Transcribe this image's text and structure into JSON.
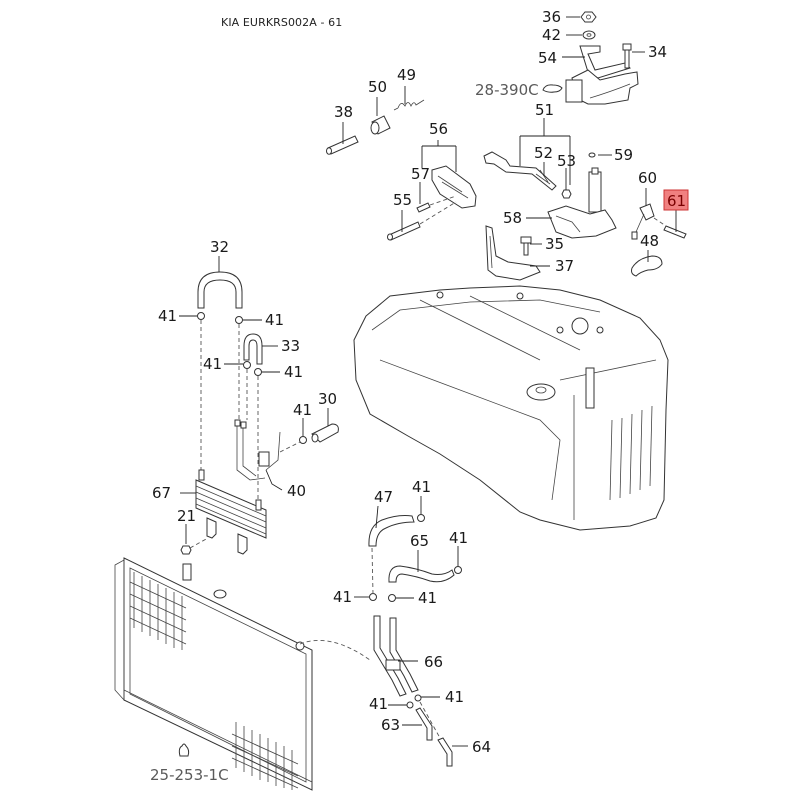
{
  "title": "KIA EURKRS002A - 61",
  "highlight_color": "#f08080",
  "highlight_border": "#cc3333",
  "highlighted_part": "61",
  "reference_labels": {
    "ref_28_390c": "28-390C",
    "ref_25_253_1c": "25-253-1C"
  },
  "callouts": {
    "p36": "36",
    "p42": "42",
    "p54": "54",
    "p34": "34",
    "p50": "50",
    "p49": "49",
    "p38": "38",
    "p51": "51",
    "p56": "56",
    "p52": "52",
    "p53": "53",
    "p59": "59",
    "p57": "57",
    "p55": "55",
    "p58": "58",
    "p60": "60",
    "p61": "61",
    "p48": "48",
    "p35": "35",
    "p37": "37",
    "p32": "32",
    "p41_a": "41",
    "p41_b": "41",
    "p33": "33",
    "p41_c": "41",
    "p41_d": "41",
    "p41_e": "41",
    "p30": "30",
    "p40": "40",
    "p67": "67",
    "p21": "21",
    "p47": "47",
    "p41_f": "41",
    "p65": "65",
    "p41_g": "41",
    "p41_h": "41",
    "p41_i": "41",
    "p66": "66",
    "p41_j": "41",
    "p41_k": "41",
    "p63": "63",
    "p64": "64"
  }
}
